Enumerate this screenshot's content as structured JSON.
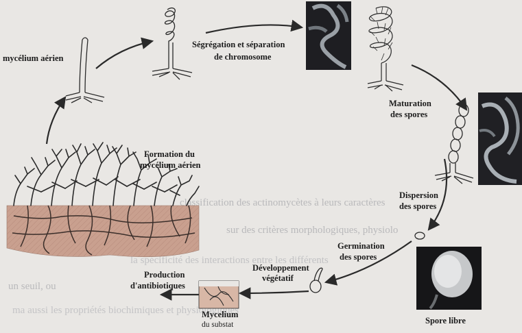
{
  "labels": {
    "aerial_mycelium": "mycélium aérien",
    "segregation_line1": "Ségrégation et séparation",
    "segregation_line2": "de chromosome",
    "maturation_line1": "Maturation",
    "maturation_line2": "des spores",
    "formation_line1": "Formation du",
    "formation_line2": "mycélium aérien",
    "dispersion_line1": "Dispersion",
    "dispersion_line2": "des spores",
    "germination_line1": "Germination",
    "germination_line2": "des spores",
    "developpement_line1": "Développement",
    "developpement_line2": "végétatif",
    "production_line1": "Production",
    "production_line2": "d'antibiotiques",
    "mycelium_substrat_line1": "Mycelium",
    "mycelium_substrat_line2": "du substat",
    "spore_libre": "Spore libre"
  },
  "background_text": {
    "line1": "classification des actinomycètes à leurs caractères",
    "line2": "sur des critères morphologiques, physiolo",
    "line3": "la spécificité des interactions entre les différents",
    "line4": "un seuil, ou",
    "line5": "ma aussi les propriétés biochimiques et physiologiques"
  },
  "colors": {
    "background": "#e9e7e4",
    "ink": "#2a2a2a",
    "soil": "#c9a08f",
    "photo_dark": "#1e1e22"
  }
}
